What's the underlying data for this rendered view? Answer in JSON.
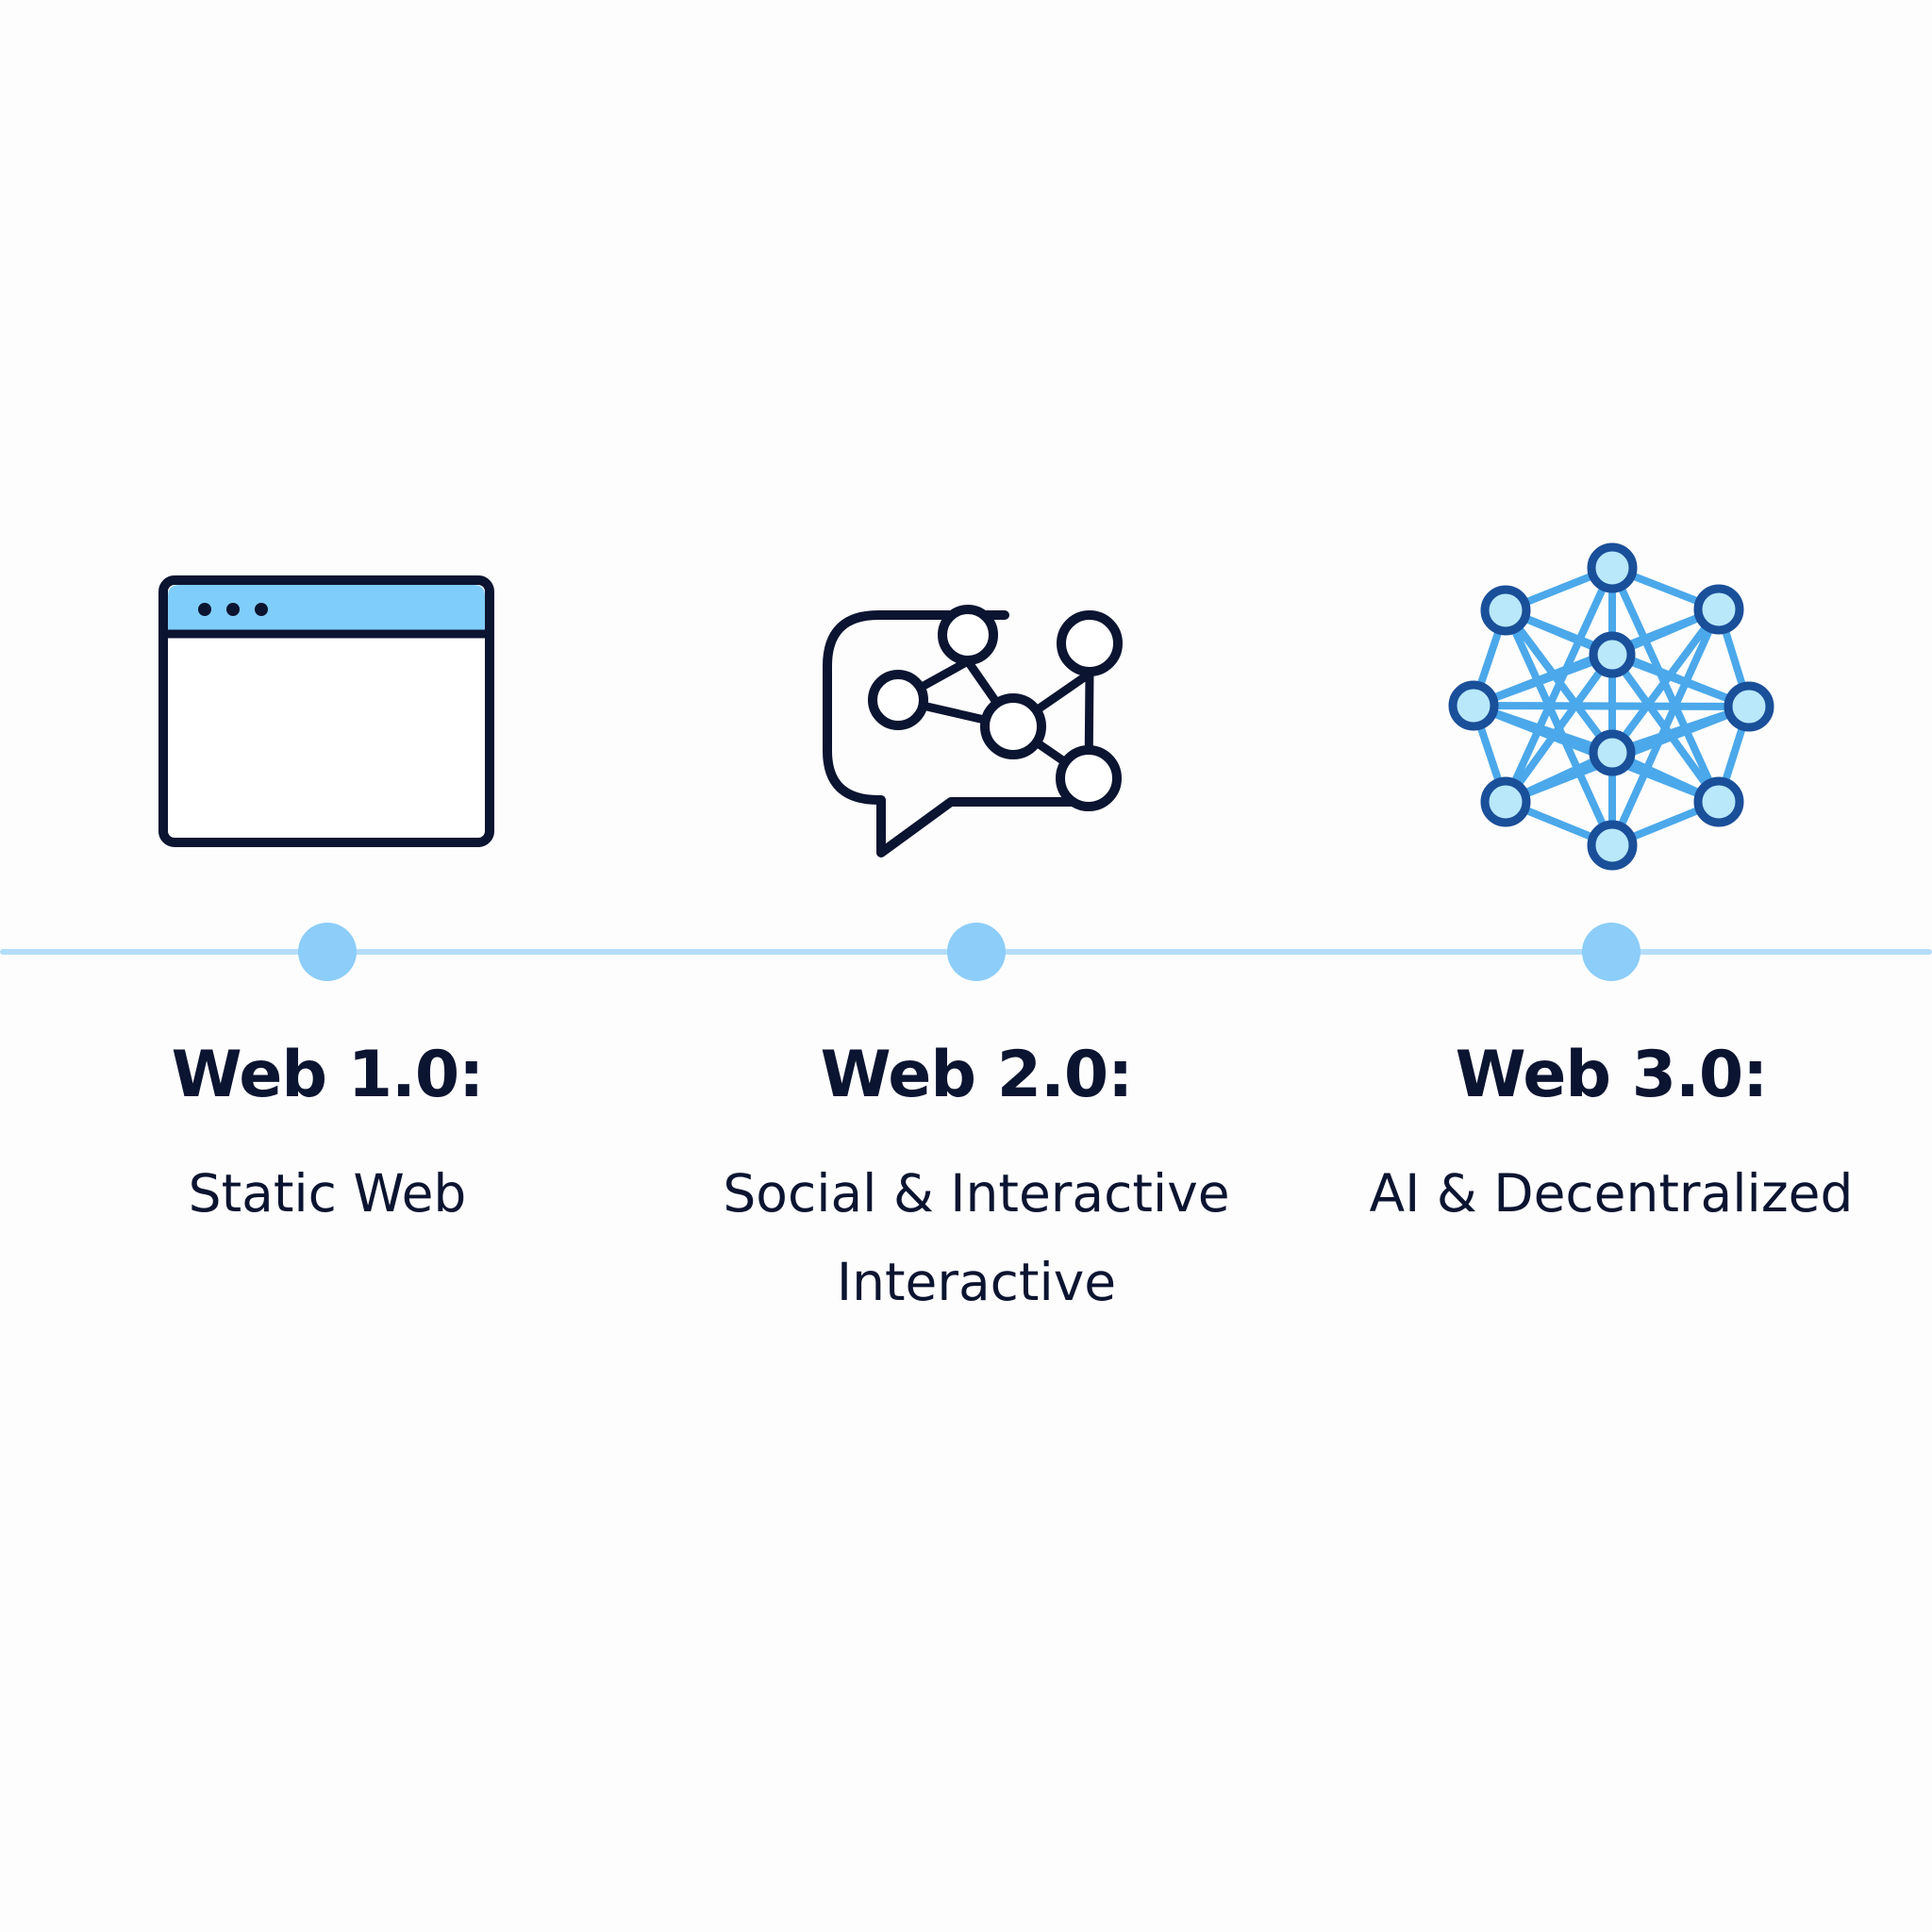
{
  "timeline": {
    "stages": [
      {
        "title": "Web 1.0:",
        "subtitle": "Static Web",
        "icon": "browser-window-icon"
      },
      {
        "title": "Web 2.0:",
        "subtitle": "Social & Interactive\nInteractive",
        "icon": "chat-network-icon"
      },
      {
        "title": "Web 3.0:",
        "subtitle": "AI & Decentralized",
        "icon": "neural-network-icon"
      }
    ]
  },
  "colors": {
    "line": "#b3defb",
    "dot": "#8ccdf9",
    "ink": "#0b1430",
    "accent_blue": "#7fcdfb",
    "network_blue": "#4ba8ea",
    "node_fill": "#b8e8fa",
    "node_stroke": "#1a4f99"
  }
}
